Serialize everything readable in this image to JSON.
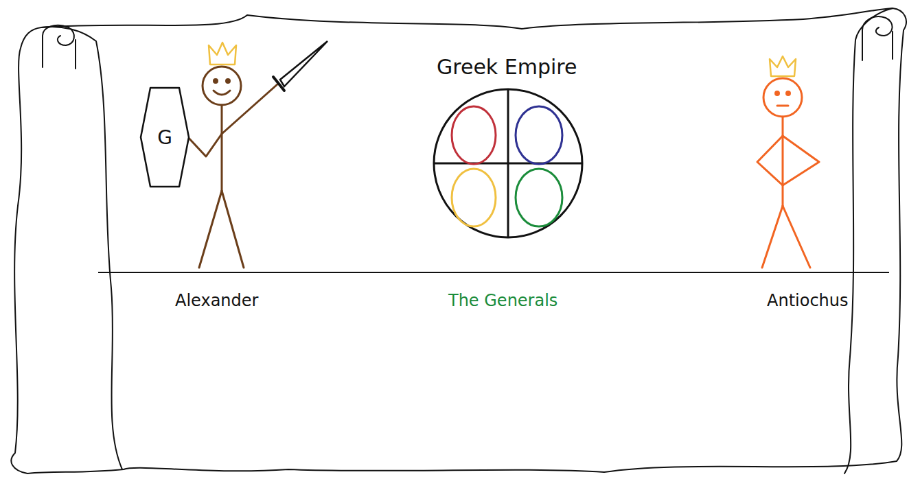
{
  "diagram": {
    "title": "Greek Empire",
    "nodes": [
      {
        "text": [
          "G"
        ]
      }
    ],
    "labels": [
      "Alexander",
      "The Generals",
      "Antiochus"
    ]
  }
}
